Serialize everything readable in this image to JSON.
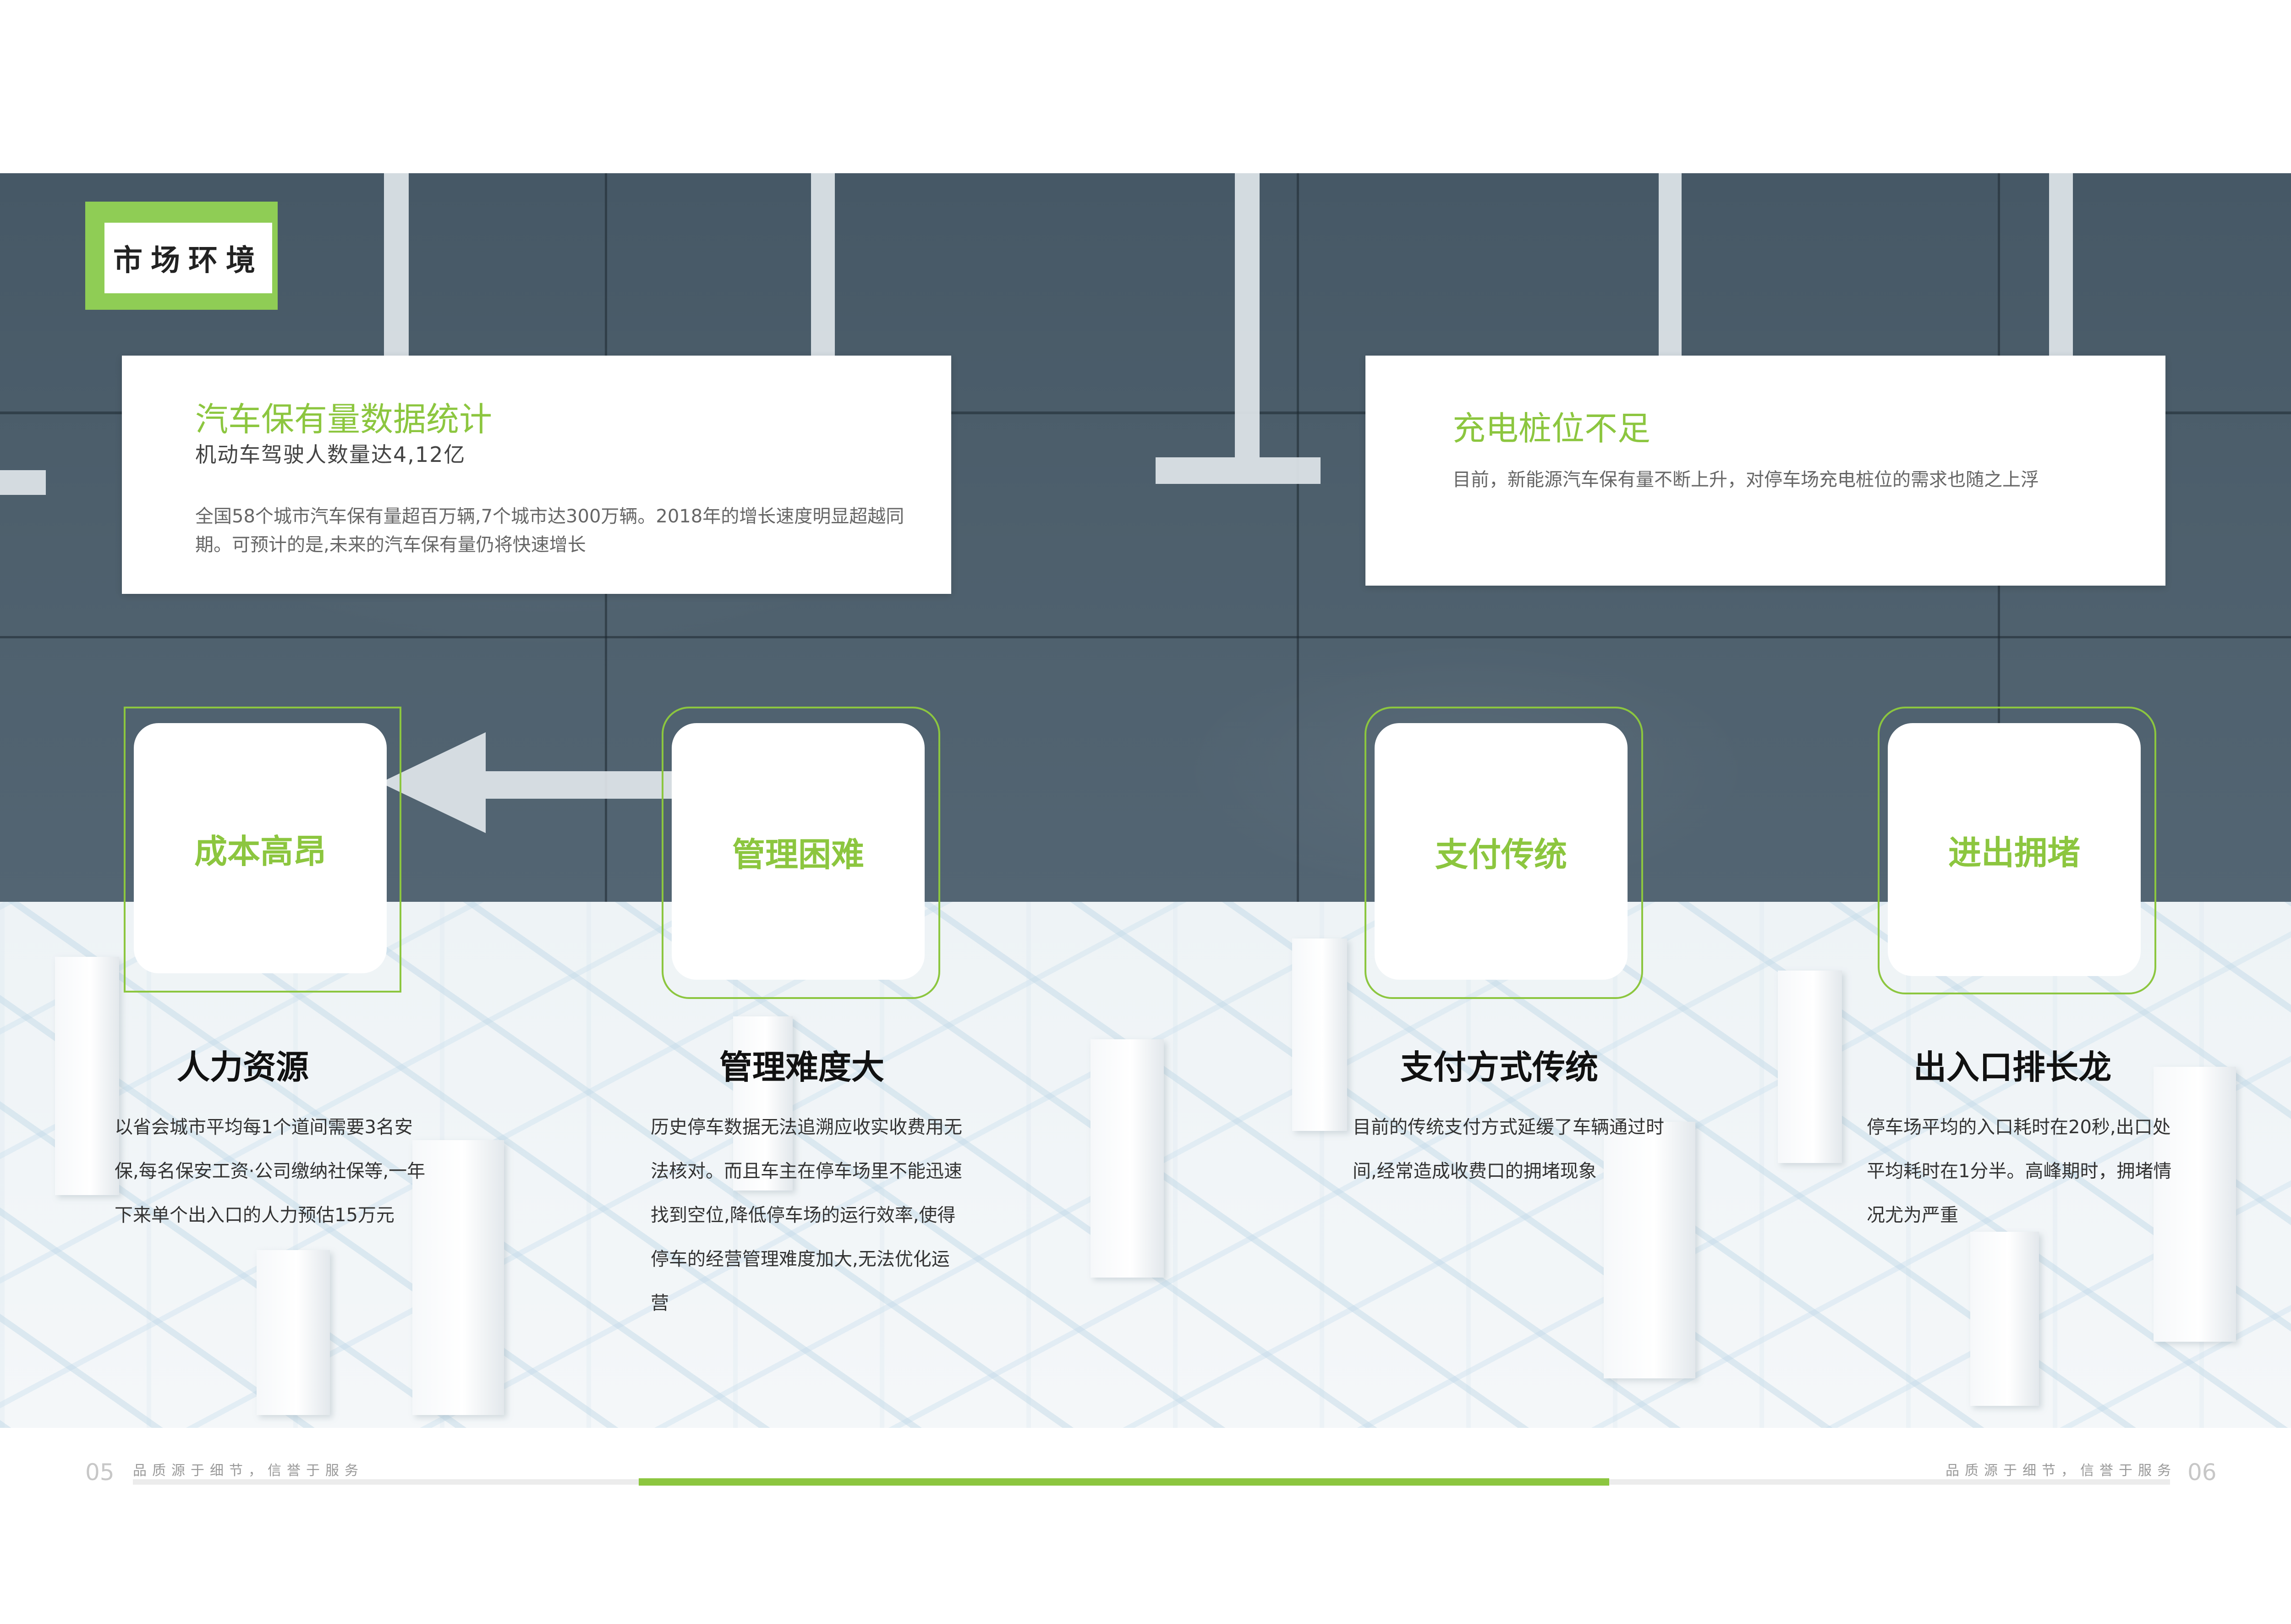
{
  "section_tag": "市场环境",
  "panels": {
    "car_stats": {
      "title": "汽车保有量数据统计",
      "subtitle": "机动车驾驶人数量达4,12亿",
      "text": "全国58个城市汽车保有量超百万辆,7个城市达300万辆。2018年的增长速度明显超越同期。可预计的是,未来的汽车保有量仍将快速增长"
    },
    "charging": {
      "title": "充电桩位不足",
      "text": "目前，新能源汽车保有量不断上升，对停车场充电桩位的需求也随之上浮"
    }
  },
  "features": [
    {
      "card_label": "成本高昂",
      "heading": "人力资源",
      "text": "以省会城市平均每1个道间需要3名安保,每名保安工资·公司缴纳社保等,一年下来单个出入口的人力预估15万元"
    },
    {
      "card_label": "管理困难",
      "heading": "管理难度大",
      "text": "历史停车数据无法追溯应收实收费用无法核对。而且车主在停车场里不能迅速找到空位,降低停车场的运行效率,使得停车的经营管理难度加大,无法优化运营"
    },
    {
      "card_label": "支付传统",
      "heading": "支付方式传统",
      "text": "目前的传统支付方式延缓了车辆通过时间,经常造成收费口的拥堵现象"
    },
    {
      "card_label": "进出拥堵",
      "heading": "出入口排长龙",
      "text": "停车场平均的入口耗时在20秒,出口处平均耗时在1分半。高峰期时，拥堵情况尤为严重"
    }
  ],
  "footer": {
    "left_page": "05",
    "right_page": "06",
    "slogan_left": "品质源于细节，信誉于服务",
    "slogan_right": "品质源于细节，信誉于服务"
  },
  "colors": {
    "accent_green": "#8cc63f",
    "asphalt": "#4d5f6c"
  }
}
